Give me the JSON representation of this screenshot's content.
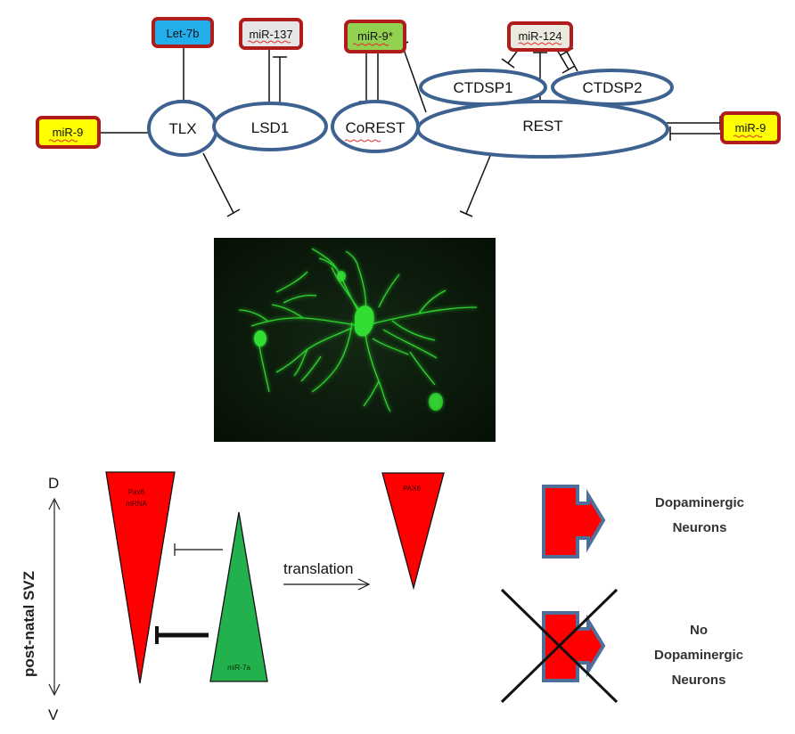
{
  "network": {
    "nodes": {
      "tlx": "TLX",
      "lsd1": "LSD1",
      "corest": "CoREST",
      "rest": "REST",
      "ctdsp1": "CTDSP1",
      "ctdsp2": "CTDSP2"
    },
    "mirnas": {
      "let7b": "Let-7b",
      "mir137": "miR-137",
      "mir9star": "miR-9*",
      "mir124": "miR-124",
      "mir9_left": "miR-9",
      "mir9_right": "miR-9"
    },
    "colors": {
      "node_stroke": "#3d6290",
      "box_stroke": "#b01c1c",
      "let7b_fill": "#22aeea",
      "mir137_fill": "#e6e6e6",
      "mir9star_fill": "#92d050",
      "mir124_fill": "#ece9de",
      "mir9_fill": "#ffff00"
    }
  },
  "micrograph": {
    "background": "#0b1a0b",
    "neuron_color": "#33dd33"
  },
  "svz": {
    "axis_label": "post-natal SVZ",
    "dorsal": "D",
    "ventral": "V",
    "pax6_mrna_line1": "Pax6",
    "pax6_mrna_line2": "mRNA",
    "mir7a": "miR-7a",
    "translation": "translation",
    "pax6_protein": "PAX6",
    "outcome_positive_line1": "Dopaminergic",
    "outcome_positive_line2": "Neurons",
    "outcome_negative_line1": "No",
    "outcome_negative_line2": "Dopaminergic",
    "outcome_negative_line3": "Neurons",
    "colors": {
      "red": "#ff0000",
      "green": "#22b14c",
      "arrow_stroke": "#4f6f9a"
    }
  }
}
